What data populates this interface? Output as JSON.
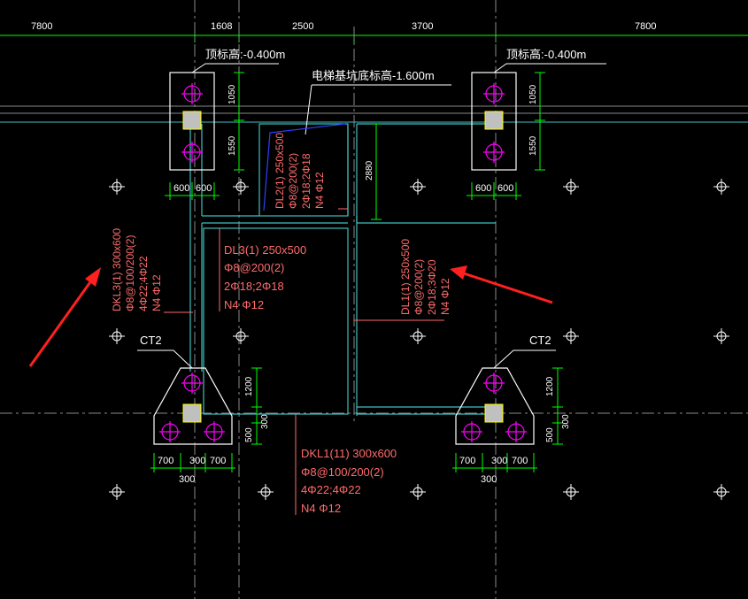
{
  "top_dimensions": [
    "7800",
    "1608",
    "2500",
    "3700",
    "7800"
  ],
  "elevation_left": "顶标高:-0.400m",
  "elevation_right": "顶标高:-0.400m",
  "pit_bottom_elevation": "电梯基坑底标高-1.600m",
  "pile_cap_dims": {
    "width_a": "600",
    "width_b": "600",
    "h_upper": "1050",
    "h_lower": "1550",
    "pit_height": "2880"
  },
  "ct2": {
    "label": "CT2",
    "h1": "1200",
    "h2": "500",
    "h3": "300",
    "w1": "700",
    "w2": "300",
    "w3": "700",
    "w_total": "300"
  },
  "beams": {
    "dl2": {
      "l1": "DL2(1) 250x500",
      "l2": "Φ8@200(2)",
      "l3": "2Φ18;2Φ18",
      "l4": "N4 Φ12"
    },
    "dl3": {
      "l1": "DL3(1) 250x500",
      "l2": "Φ8@200(2)",
      "l3": "2Φ18;2Φ18",
      "l4": "N4 Φ12"
    },
    "dkl3": {
      "l1": "DKL3(1) 300x600",
      "l2": "Φ8@100/200(2)",
      "l3": "4Φ22;4Φ22",
      "l4": "N4 Φ12"
    },
    "dl1": {
      "l1": "DL1(1) 250x500",
      "l2": "Φ8@200(2)",
      "l3": "2Φ18;3Φ20",
      "l4": "N4 Φ12"
    },
    "dkl1": {
      "l1": "DKL1(11) 300x600",
      "l2": "Φ8@100/200(2)",
      "l3": "4Φ22;4Φ22",
      "l4": "N4 Φ12"
    }
  },
  "colors": {
    "background": "#000000",
    "cyan": "#3fbfbf",
    "red_text": "#ff6b6b",
    "magenta": "#ff00ff",
    "green_dim": "#00ff00",
    "arrow_red": "#ff2020",
    "blue": "#3040ff",
    "pile_fill": "#c0c0c0"
  },
  "icons": [
    "axis-crosshair-marker",
    "pile-circle-marker",
    "red-callout-arrow"
  ]
}
